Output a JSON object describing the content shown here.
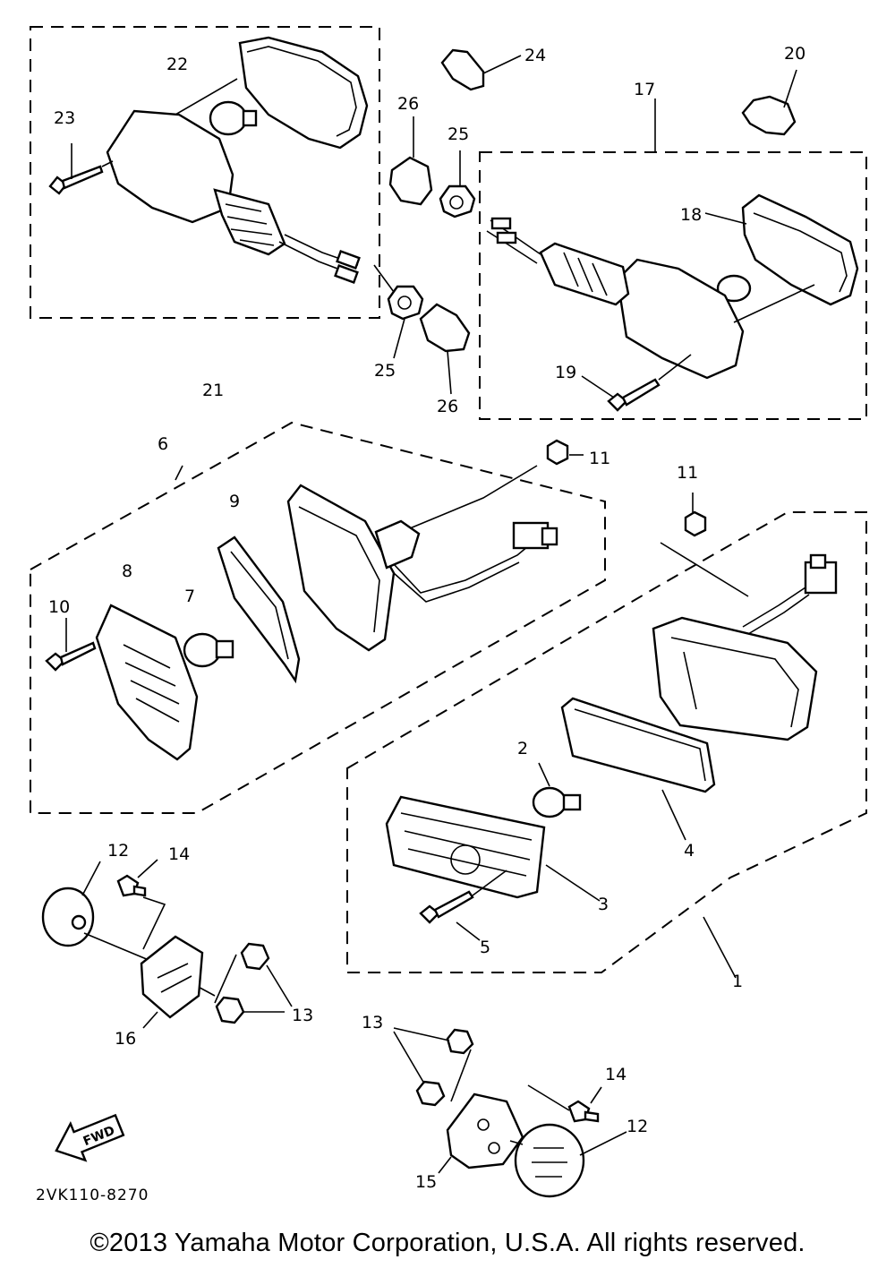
{
  "callouts": {
    "c1": "1",
    "c2": "2",
    "c3": "3",
    "c4": "4",
    "c5": "5",
    "c6": "6",
    "c7": "7",
    "c8": "8",
    "c9": "9",
    "c10": "10",
    "c11a": "11",
    "c11b": "11",
    "c12a": "12",
    "c12b": "12",
    "c13a": "13",
    "c13b": "13",
    "c14a": "14",
    "c14b": "14",
    "c15": "15",
    "c16": "16",
    "c17": "17",
    "c18": "18",
    "c19": "19",
    "c20": "20",
    "c21": "21",
    "c22": "22",
    "c23": "23",
    "c24": "24",
    "c25a": "25",
    "c25b": "25",
    "c26a": "26",
    "c26b": "26"
  },
  "fwd_label": "FWD",
  "drawing_code": "2VK110-8270",
  "copyright": "©2013 Yamaha Motor Corporation, U.S.A. All rights reserved."
}
